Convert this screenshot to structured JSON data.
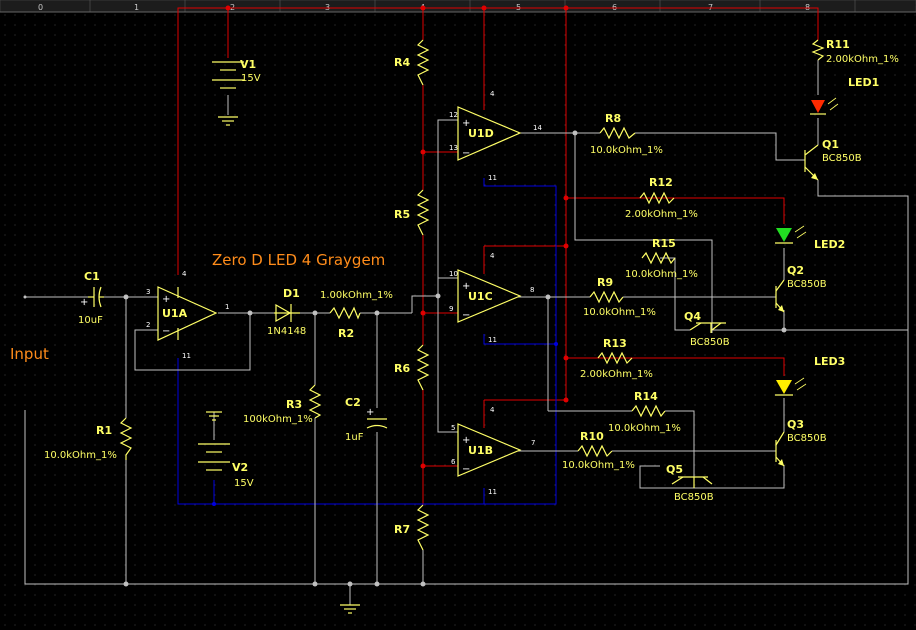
{
  "title": "Zero D LED 4 Graygem",
  "input_label": "Input",
  "ruler": [
    "0",
    "1",
    "2",
    "3",
    "4",
    "5",
    "6",
    "7",
    "8"
  ],
  "sources": [
    {
      "ref": "V1",
      "value": "15V"
    },
    {
      "ref": "V2",
      "value": "15V"
    }
  ],
  "opamps": [
    {
      "ref": "U1A",
      "pins": [
        "3",
        "2",
        "1",
        "4",
        "11"
      ]
    },
    {
      "ref": "U1B",
      "pins": [
        "5",
        "6",
        "7",
        "4",
        "11"
      ]
    },
    {
      "ref": "U1C",
      "pins": [
        "10",
        "9",
        "8",
        "4",
        "11"
      ]
    },
    {
      "ref": "U1D",
      "pins": [
        "12",
        "13",
        "14",
        "4",
        "11"
      ]
    }
  ],
  "resistors": [
    {
      "ref": "R1",
      "value": "10.0kOhm_1%"
    },
    {
      "ref": "R2",
      "value": "1.00kOhm_1%"
    },
    {
      "ref": "R3",
      "value": "100kOhm_1%"
    },
    {
      "ref": "R4",
      "value": ""
    },
    {
      "ref": "R5",
      "value": ""
    },
    {
      "ref": "R6",
      "value": ""
    },
    {
      "ref": "R7",
      "value": ""
    },
    {
      "ref": "R8",
      "value": "10.0kOhm_1%"
    },
    {
      "ref": "R9",
      "value": "10.0kOhm_1%"
    },
    {
      "ref": "R10",
      "value": "10.0kOhm_1%"
    },
    {
      "ref": "R11",
      "value": "2.00kOhm_1%"
    },
    {
      "ref": "R12",
      "value": "2.00kOhm_1%"
    },
    {
      "ref": "R13",
      "value": "2.00kOhm_1%"
    },
    {
      "ref": "R14",
      "value": "10.0kOhm_1%"
    },
    {
      "ref": "R15",
      "value": "10.0kOhm_1%"
    }
  ],
  "capacitors": [
    {
      "ref": "C1",
      "value": "10uF"
    },
    {
      "ref": "C2",
      "value": "1uF"
    }
  ],
  "diode": {
    "ref": "D1",
    "value": "1N4148"
  },
  "transistors": [
    {
      "ref": "Q1",
      "value": "BC850B"
    },
    {
      "ref": "Q2",
      "value": "BC850B"
    },
    {
      "ref": "Q3",
      "value": "BC850B"
    },
    {
      "ref": "Q4",
      "value": "BC850B"
    },
    {
      "ref": "Q5",
      "value": "BC850B"
    }
  ],
  "leds": [
    {
      "ref": "LED1",
      "color": "#ff2a00"
    },
    {
      "ref": "LED2",
      "color": "#22dd22"
    },
    {
      "ref": "LED3",
      "color": "#ffee00"
    }
  ],
  "colors": {
    "background": "#000000",
    "wire": "#c0c0c0",
    "vcc_wire": "#e00000",
    "vee_wire": "#0000e0",
    "part": "#ffff66",
    "title": "#ff8c1a"
  }
}
